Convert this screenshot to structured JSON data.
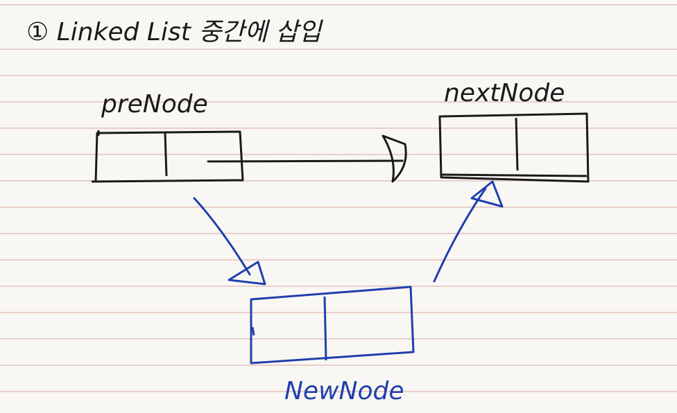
{
  "title": "① Linked List 중간에 삽입",
  "nodes": {
    "pre": {
      "label": "preNode"
    },
    "next": {
      "label": "nextNode"
    },
    "new": {
      "label": "NewNode"
    }
  },
  "colors": {
    "ink_black": "#1a1a1a",
    "ink_blue": "#1f3fae",
    "rule_line": "#e7cfc8",
    "paper": "#f9f7f3"
  }
}
